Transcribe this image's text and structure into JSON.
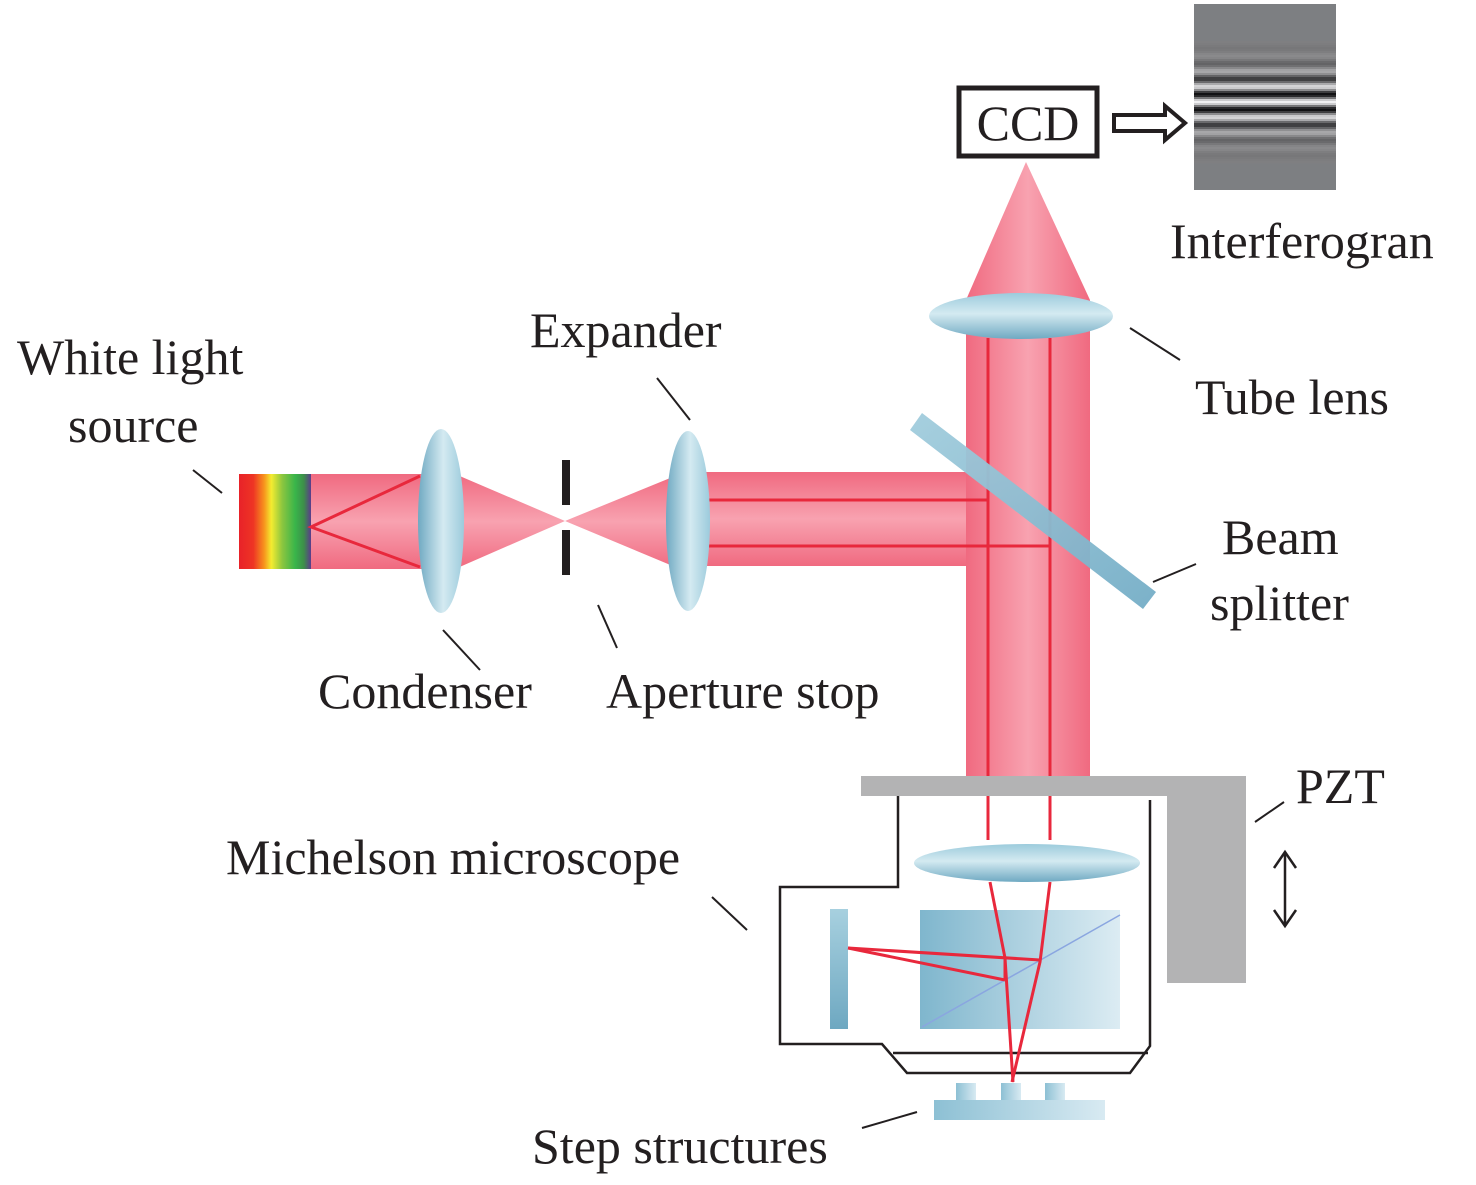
{
  "diagram": {
    "type": "optical-setup",
    "description": "White-light scanning interferometry setup with Michelson microscope",
    "labels": {
      "white_light_source": [
        "White light",
        "source"
      ],
      "condenser": "Condenser",
      "aperture_stop": "Aperture stop",
      "expander": "Expander",
      "tube_lens": "Tube lens",
      "beam_splitter": [
        "Beam",
        "splitter"
      ],
      "ccd": "CCD",
      "interferogram": "Interferogran",
      "pzt": "PZT",
      "michelson_microscope": "Michelson microscope",
      "step_structures": "Step structures"
    },
    "colors": {
      "beam": "#f0788c",
      "beam_light": "#f8a3b0",
      "ray": "#e8283c",
      "lens": "#a9d2e0",
      "lens_dark": "#6fa9c2",
      "pzt_gray": "#b3b3b4",
      "outline": "#231f20"
    },
    "interferogram_fringes": 9
  }
}
